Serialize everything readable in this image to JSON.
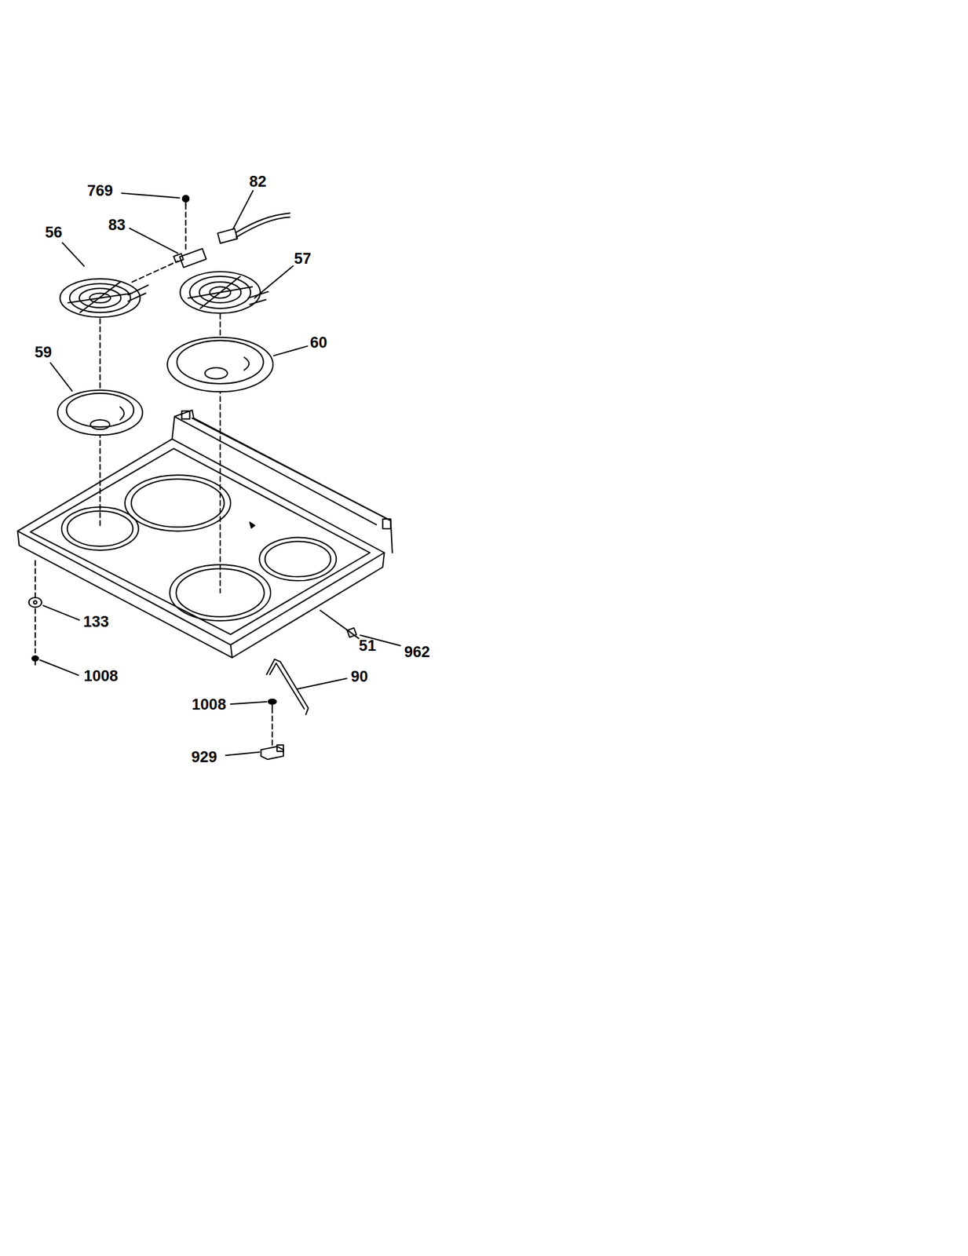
{
  "diagram": {
    "labels": [
      "769",
      "82",
      "83",
      "56",
      "57",
      "60",
      "59",
      "133",
      "51",
      "962",
      "1008",
      "90",
      "1008",
      "929"
    ]
  }
}
